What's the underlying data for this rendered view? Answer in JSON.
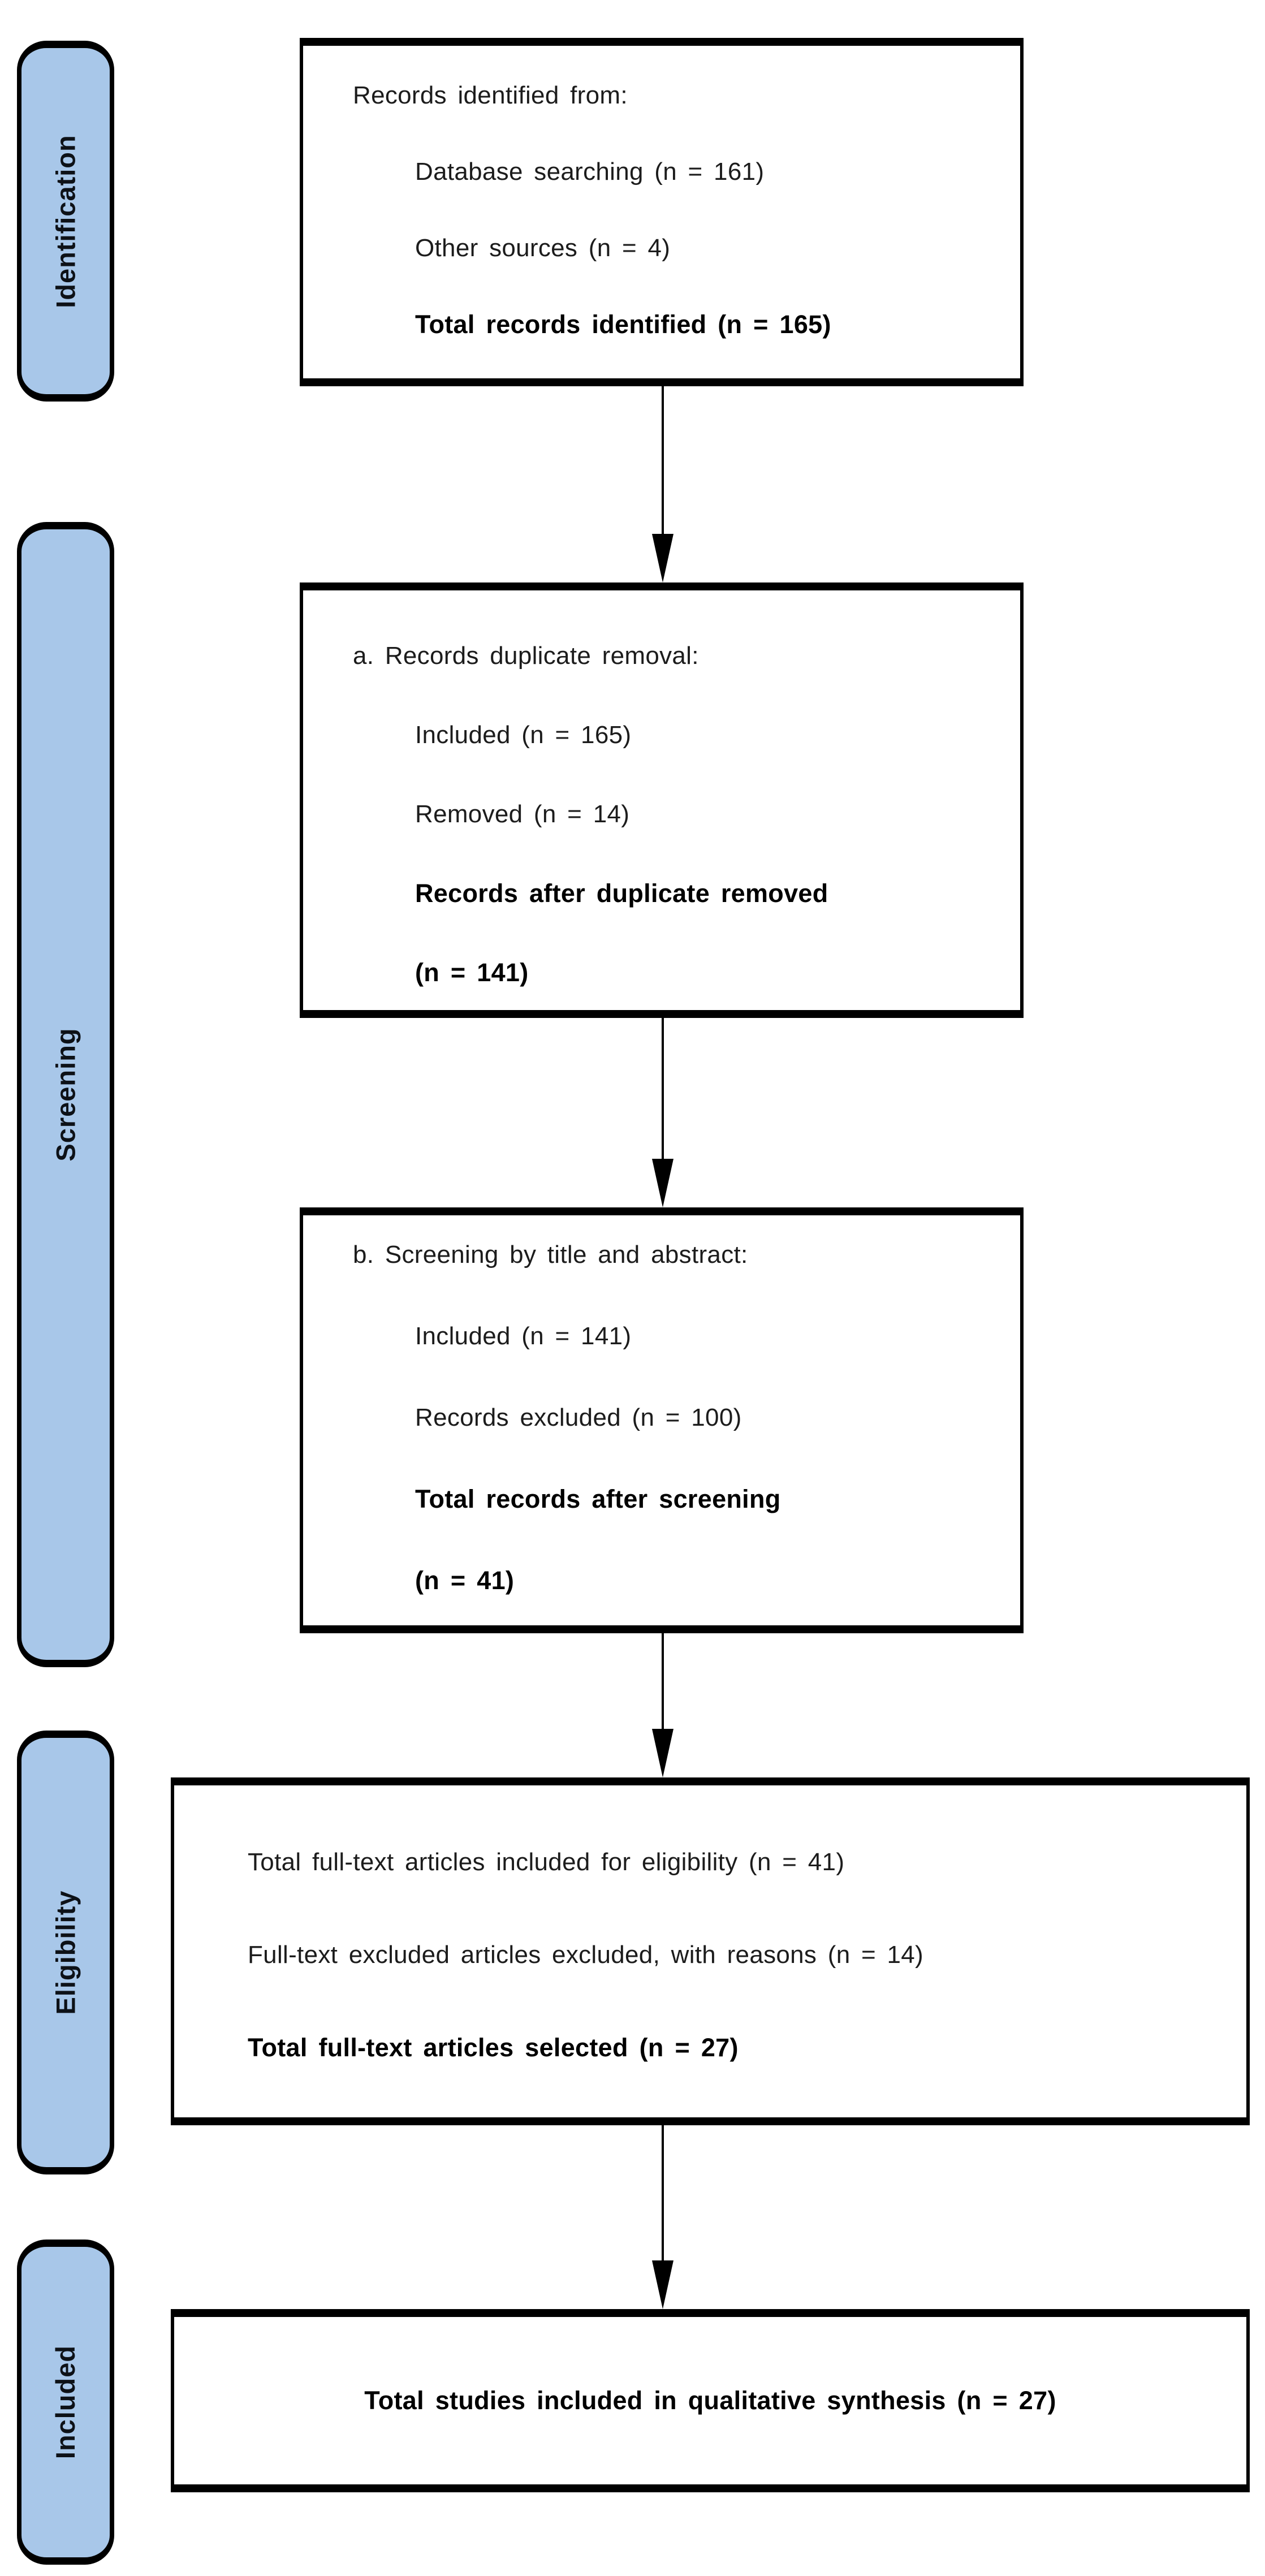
{
  "palette": {
    "badge_fill": "#A8C7E9",
    "line_color": "#000000",
    "background": "#FFFFFF"
  },
  "stages": [
    {
      "label": "Identification"
    },
    {
      "label": "Screening"
    },
    {
      "label": "Eligibility"
    },
    {
      "label": "Included"
    }
  ],
  "boxes": [
    {
      "name": "records-identified",
      "lines": [
        {
          "text": "Records identified from:"
        },
        {
          "text": "Database searching (n = 161)"
        },
        {
          "text": "Other sources (n = 4)"
        },
        {
          "text": "Total records identified (n = 165)"
        }
      ]
    },
    {
      "name": "duplicate-removal",
      "lines": [
        {
          "text": "a. Records duplicate removal:"
        },
        {
          "text": "Included (n = 165)"
        },
        {
          "text": "Removed (n = 14)"
        },
        {
          "text": "Records after duplicate removed"
        },
        {
          "text": "(n = 141)"
        }
      ]
    },
    {
      "name": "screening-title-abstract",
      "lines": [
        {
          "text": "b. Screening by title and abstract:"
        },
        {
          "text": "Included (n = 141)"
        },
        {
          "text": "Records excluded (n = 100)"
        },
        {
          "text": "Total records after screening"
        },
        {
          "text": "(n = 41)"
        }
      ]
    },
    {
      "name": "eligibility-fulltext",
      "lines": [
        {
          "text": "Total full-text articles included for eligibility (n = 41)"
        },
        {
          "text": "Full-text excluded articles excluded, with reasons (n = 14)"
        },
        {
          "text": "Total full-text articles selected (n = 27)"
        }
      ]
    },
    {
      "name": "included-synthesis",
      "lines": [
        {
          "text": "Total studies included in qualitative synthesis (n = 27)"
        }
      ]
    }
  ]
}
